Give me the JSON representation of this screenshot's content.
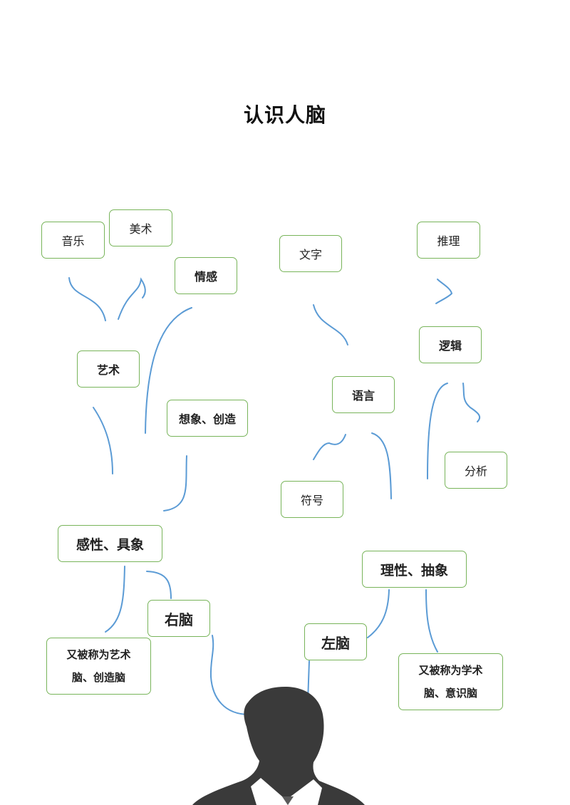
{
  "title": "认识人脑",
  "right_brain": {
    "label": "右脑",
    "trait": "感性、具象",
    "alias": "又被称为艺术脑、创造脑",
    "art": "艺术",
    "music": "音乐",
    "fine_art": "美术",
    "emotion": "情感",
    "imagination": "想象、创造"
  },
  "left_brain": {
    "label": "左脑",
    "trait": "理性、抽象",
    "alias": "又被称为学术脑、意识脑",
    "language": "语言",
    "text": "文字",
    "symbol": "符号",
    "logic": "逻辑",
    "reasoning": "推理",
    "analysis": "分析"
  },
  "colors": {
    "node_border": "#78b45a",
    "link": "#5b9bd5",
    "silhouette": "#3a3a3a"
  }
}
